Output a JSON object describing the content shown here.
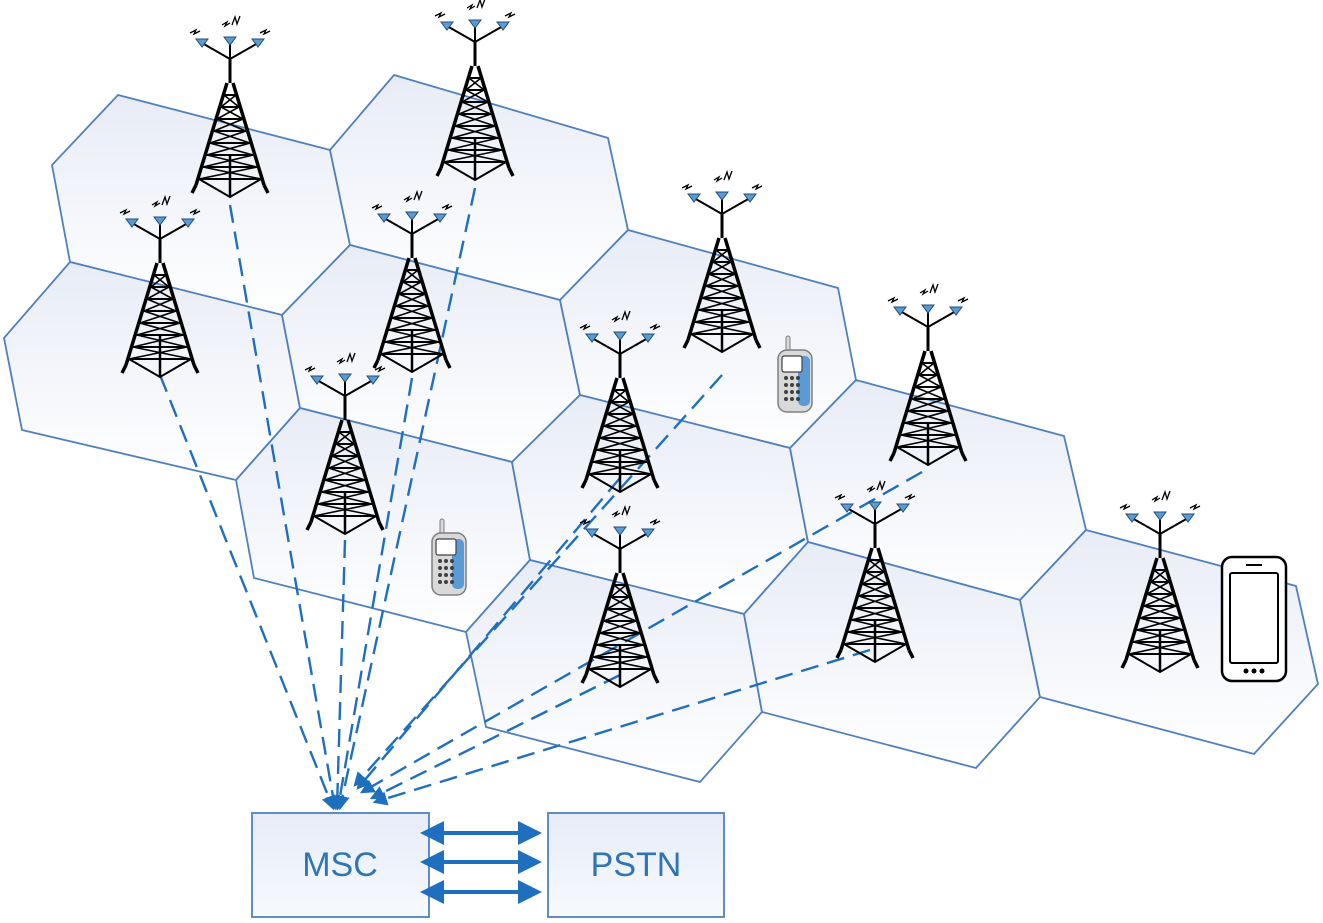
{
  "diagram": {
    "nodes": {
      "msc": {
        "label": "MSC"
      },
      "pstn": {
        "label": "PSTN"
      }
    },
    "towers": [
      {
        "id": "tower-1"
      },
      {
        "id": "tower-2"
      },
      {
        "id": "tower-3"
      },
      {
        "id": "tower-4"
      },
      {
        "id": "tower-5"
      },
      {
        "id": "tower-6"
      },
      {
        "id": "tower-7"
      },
      {
        "id": "tower-8"
      },
      {
        "id": "tower-9"
      },
      {
        "id": "tower-10"
      },
      {
        "id": "tower-11"
      },
      {
        "id": "tower-12"
      }
    ],
    "devices": [
      {
        "type": "feature-phone"
      },
      {
        "type": "feature-phone"
      },
      {
        "type": "smartphone"
      }
    ],
    "colors": {
      "cell_border": "#4f81bd",
      "link": "#1f6fbf",
      "box_border": "#4f81bd",
      "box_fill": "#e9eef8",
      "label": "#2e75b6",
      "antenna": "#5b9bd5",
      "tower": "#000000"
    }
  }
}
